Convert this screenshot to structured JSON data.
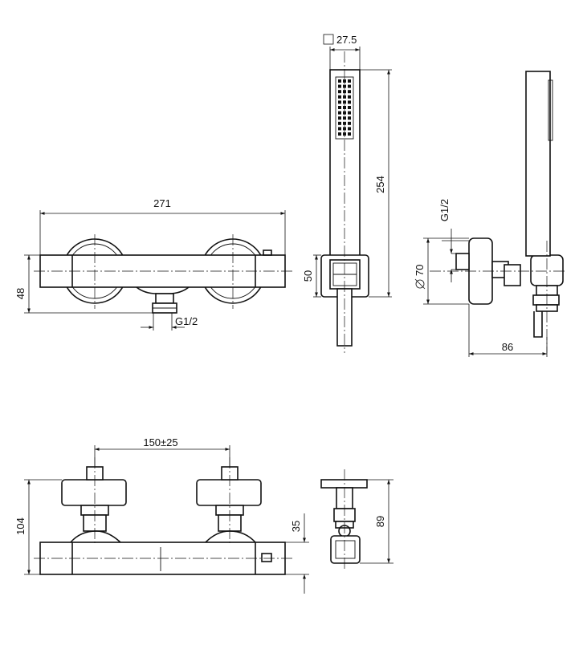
{
  "dimensions": {
    "total_width": "271",
    "body_height": "48",
    "inlet_thread": "G1/2",
    "handshower_section": "27.5",
    "handshower_length": "254",
    "holder_height": "50",
    "side_inlet_thread": "G1/2",
    "rosette_diameter": "70",
    "projection": "86",
    "inlet_spacing": "150±25",
    "total_height": "104",
    "body_to_axis": "35",
    "holder_depth": "89"
  }
}
